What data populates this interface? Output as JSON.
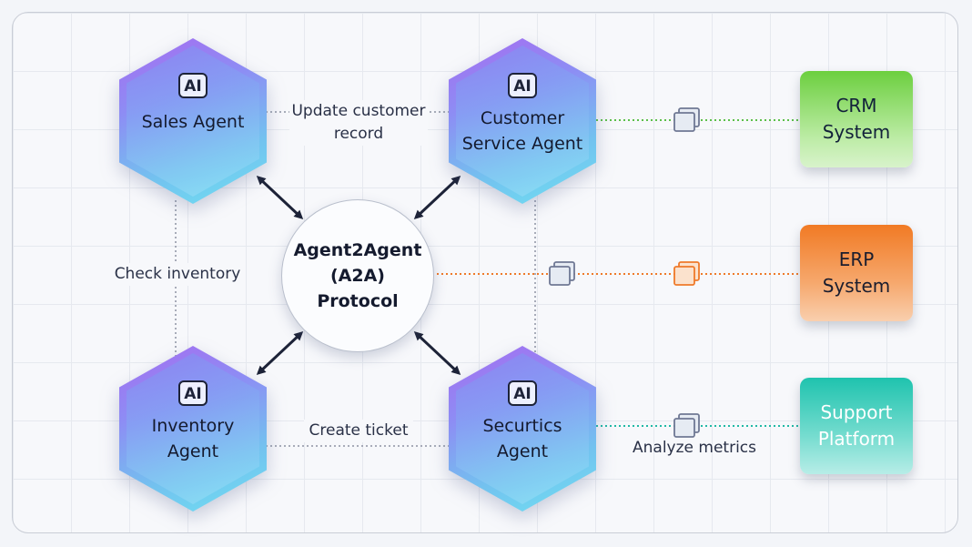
{
  "center": {
    "label": "Agent2Agent\n(A2A)\nProtocol"
  },
  "agents": [
    {
      "badge": "AI",
      "label": "Sales Agent"
    },
    {
      "badge": "AI",
      "label": "Customer\nService Agent"
    },
    {
      "badge": "AI",
      "label": "Inventory\nAgent"
    },
    {
      "badge": "AI",
      "label": "Securtics\nAgent"
    }
  ],
  "systems": [
    {
      "label": "CRM\nSystem",
      "color": "#6ccf3f"
    },
    {
      "label": "ERP\nSystem",
      "color": "#f17a24"
    },
    {
      "label": "Support\nPlatform",
      "color": "#1fc3ae"
    }
  ],
  "edge_labels": {
    "update": "Update customer\nrecord",
    "check": "Check inventory",
    "ticket": "Create ticket",
    "metrics": "Analyze metrics"
  },
  "icons": [
    "document-stack-icon",
    "bidirectional-arrow-icon",
    "ai-chip-icon"
  ],
  "colors": {
    "crm_link": "#5cc04a",
    "erp_link": "#ef7a2a",
    "support_link": "#22b9a6",
    "arrow": "#1d2338"
  }
}
